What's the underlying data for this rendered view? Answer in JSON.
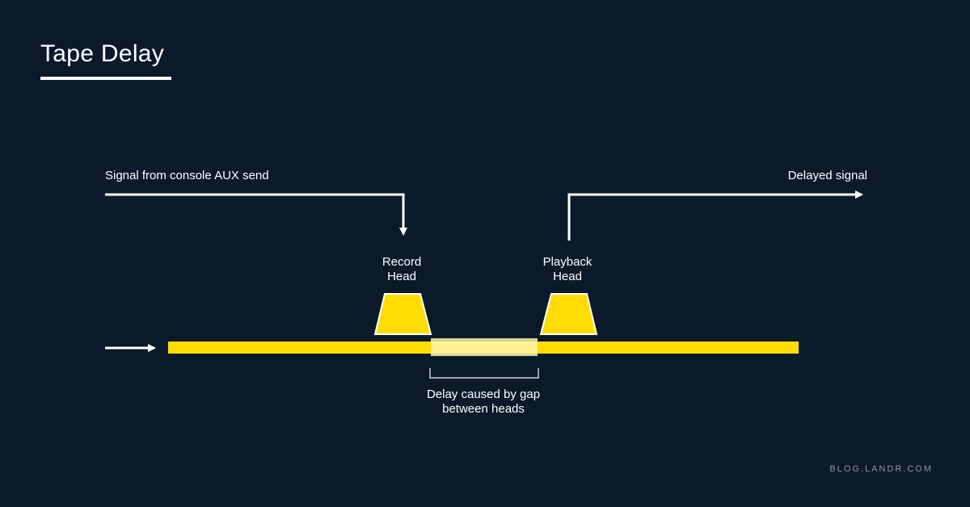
{
  "title": "Tape Delay",
  "labels": {
    "input_signal": "Signal from console AUX send",
    "output_signal": "Delayed signal",
    "record_head": "Record\nHead",
    "playback_head": "Playback\nHead",
    "gap_note": "Delay caused by gap\nbetween heads"
  },
  "watermark": "BLOG.LANDR.COM",
  "colors": {
    "background": "#0b1a2b",
    "tape": "#ffdd00",
    "foreground": "#ffffff",
    "gap_highlight": "#fff4a8"
  }
}
